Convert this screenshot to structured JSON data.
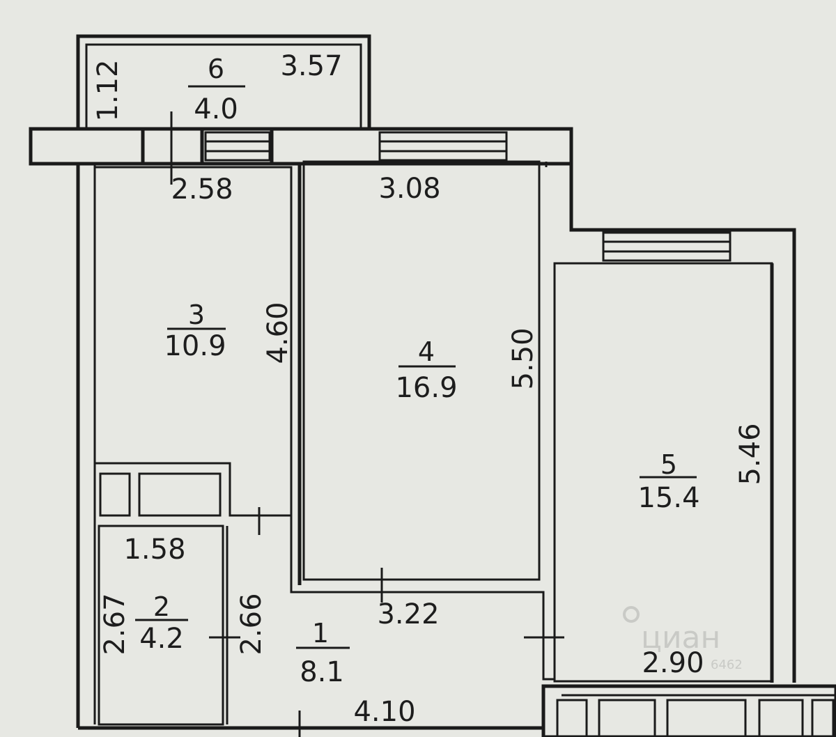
{
  "rooms": [
    {
      "id": "1",
      "number": "1",
      "area": "8.1"
    },
    {
      "id": "2",
      "number": "2",
      "area": "4.2"
    },
    {
      "id": "3",
      "number": "3",
      "area": "10.9"
    },
    {
      "id": "4",
      "number": "4",
      "area": "16.9"
    },
    {
      "id": "5",
      "number": "5",
      "area": "15.4"
    },
    {
      "id": "6",
      "number": "6",
      "area": "4.0"
    }
  ],
  "dimensions": {
    "balcony_width": "3.57",
    "balcony_depth": "1.12",
    "room3_width": "2.58",
    "room3_length": "4.60",
    "room4_width_top": "3.08",
    "room4_length": "5.50",
    "room4_width_bottom": "3.22",
    "room5_length": "5.46",
    "room5_width": "2.90",
    "bath_width": "1.58",
    "bath_length": "2.67",
    "hall_side": "2.66",
    "hall_length": "4.10"
  },
  "watermark": {
    "brand": "циан",
    "code": "6462"
  }
}
